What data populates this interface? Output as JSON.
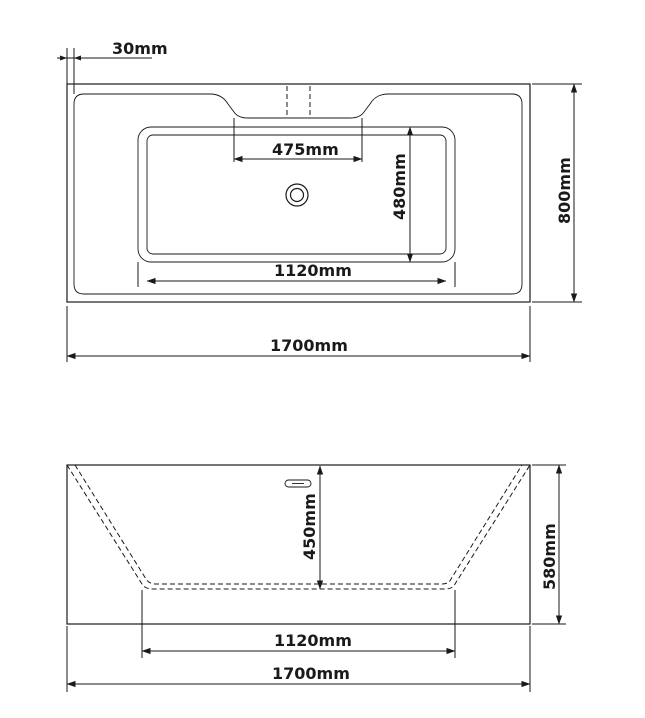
{
  "top_view": {
    "rim_label": "30mm",
    "overflow_width_label": "475mm",
    "basin_depth_label": "480mm",
    "basin_length_label": "1120mm",
    "total_width_label": "800mm",
    "total_length_label": "1700mm"
  },
  "side_view": {
    "inner_depth_label": "450mm",
    "total_height_label": "580mm",
    "floor_length_label": "1120mm",
    "total_length_label": "1700mm"
  }
}
